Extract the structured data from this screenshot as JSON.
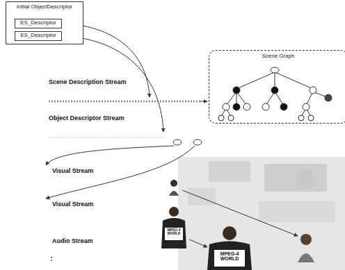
{
  "diagram": {
    "nodes": [
      {
        "text": [
          "initial ObjectDescriptor"
        ]
      },
      {
        "text": [
          "ES_Descriptor"
        ],
        "in": 0
      },
      {
        "text": [
          "ES_Descriptor"
        ],
        "in": 0
      },
      {
        "text": [
          "Scene Graph"
        ]
      }
    ],
    "labels": [
      "Scene Description Stream",
      "Object Descriptor Stream",
      "Visual Stream",
      "Visual Stream",
      "Audio Stream",
      "MPEG-4 WORLD",
      "MPEG-4 WORLD",
      ":"
    ]
  }
}
